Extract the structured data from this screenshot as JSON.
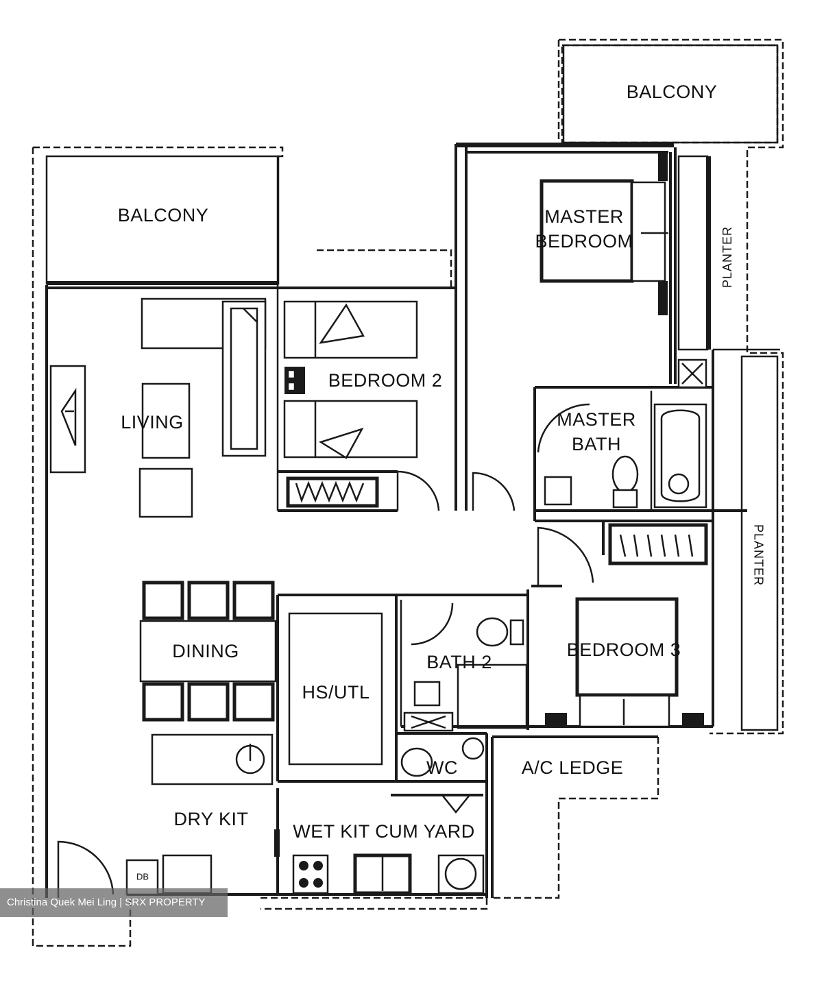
{
  "rooms": {
    "balcony_top": "BALCONY",
    "balcony_left": "BALCONY",
    "master_bedroom_line1": "MASTER",
    "master_bedroom_line2": "BEDROOM",
    "planter_top": "PLANTER",
    "bedroom_2": "BEDROOM 2",
    "living": "LIVING",
    "master_bath_line1": "MASTER",
    "master_bath_line2": "BATH",
    "planter_right": "PLANTER",
    "dining": "DINING",
    "hs_utl": "HS/UTL",
    "bath_2": "BATH 2",
    "bedroom_3": "BEDROOM 3",
    "wc": "WC",
    "ac_ledge": "A/C LEDGE",
    "dry_kit": "DRY KIT",
    "wet_kit": "WET KIT CUM YARD",
    "db": "DB"
  },
  "watermark": "Christina Quek Mei Ling | SRX PROPERTY"
}
